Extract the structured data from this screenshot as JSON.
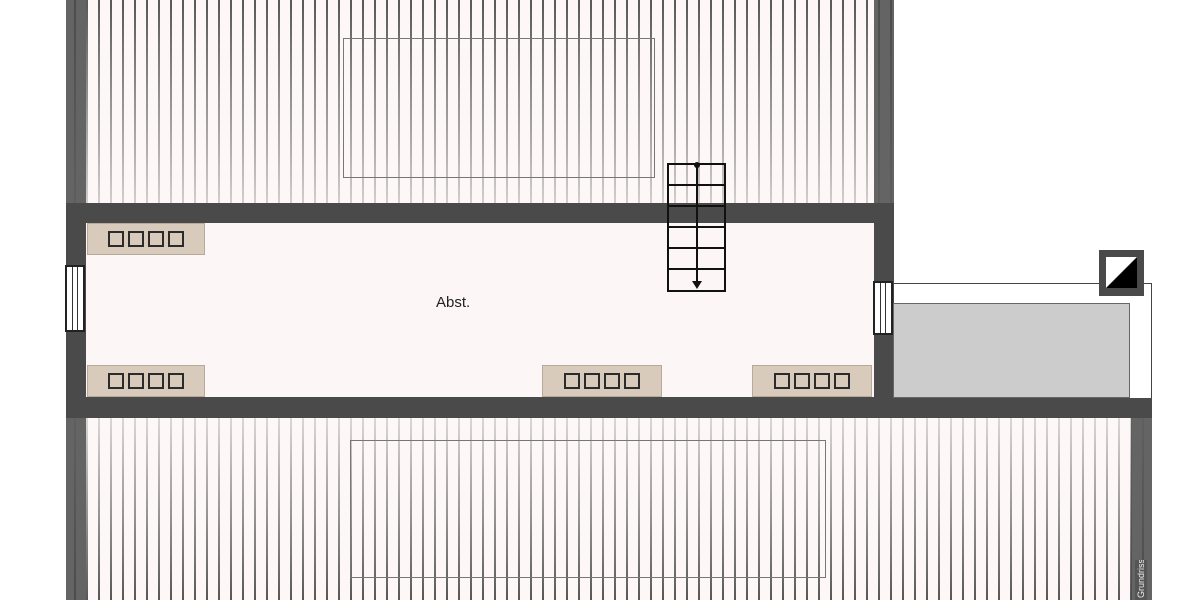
{
  "plan": {
    "room_label": "Abst.",
    "side_tag": "Grundriss",
    "colors": {
      "wall": "#4a4a4a",
      "room_fill": "#fdf6f6",
      "radiator_fill": "#d8cbbb",
      "balcony_fill": "#cccccc"
    },
    "elements": {
      "roof_upper": "roof-hatched-area",
      "roof_lower": "roof-hatched-area",
      "skylights": 2,
      "radiators": 4,
      "windows": 2,
      "stair": "staircase-with-arrow-down",
      "chimney": "chimney-symbol",
      "balcony": "balcony-area"
    }
  }
}
